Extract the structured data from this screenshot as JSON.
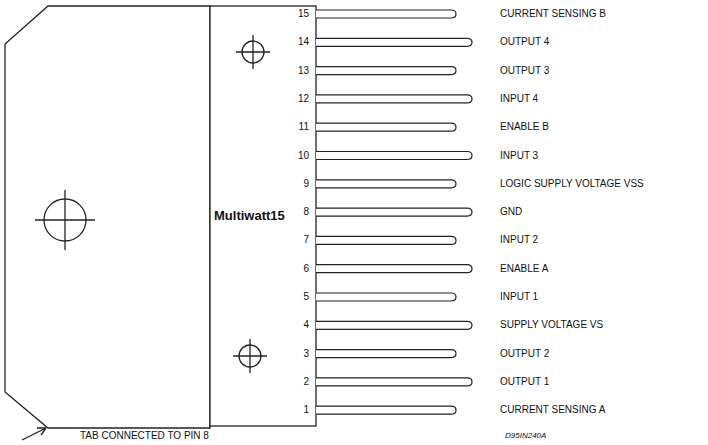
{
  "diagram": {
    "nodes": [
      {
        "text": [
          "Multiwatt15"
        ]
      }
    ],
    "labels": [
      "15",
      "14",
      "13",
      "12",
      "11",
      "10",
      "9",
      "8",
      "7",
      "6",
      "5",
      "4",
      "3",
      "2",
      "1",
      "CURRENT SENSING B",
      "OUTPUT 4",
      "OUTPUT 3",
      "INPUT 4",
      "ENABLE B",
      "INPUT 3",
      "LOGIC SUPPLY VOLTAGE VSS",
      "GND",
      "INPUT 2",
      "ENABLE A",
      "INPUT 1",
      "SUPPLY VOLTAGE VS",
      "OUTPUT 2",
      "OUTPUT 1",
      "CURRENT SENSING A",
      "TAB CONNECTED TO PIN 8",
      "D95IN240A"
    ]
  }
}
